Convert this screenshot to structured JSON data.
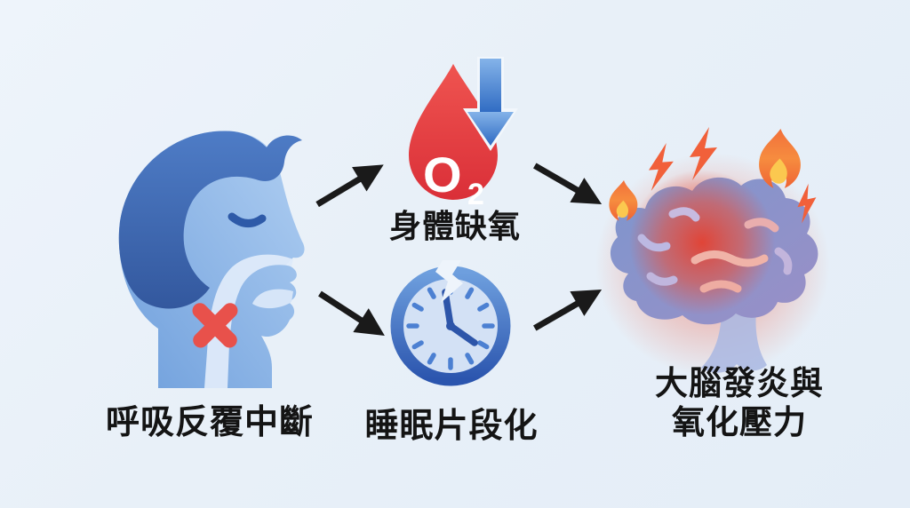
{
  "meta": {
    "type": "infographic-flow-diagram",
    "language": "zh-Hant",
    "topic": "sleep-apnea-effects-on-brain"
  },
  "nodes": {
    "cause": {
      "label": "呼吸反覆中斷",
      "icon": "blocked-airway-profile-icon"
    },
    "hypoxia": {
      "label": "身體缺氧",
      "icon": "o2-drop-decrease-icon",
      "o2_symbol": "O",
      "o2_subscript": "2"
    },
    "fragmentation": {
      "label": "睡眠片段化",
      "icon": "cracked-clock-icon"
    },
    "outcome": {
      "label_line1": "大腦發炎與",
      "label_line2": "氧化壓力",
      "icon": "inflamed-brain-icon"
    }
  },
  "flow": [
    {
      "from": "cause",
      "to": "hypoxia"
    },
    {
      "from": "cause",
      "to": "fragmentation"
    },
    {
      "from": "hypoxia",
      "to": "outcome"
    },
    {
      "from": "fragmentation",
      "to": "outcome"
    }
  ],
  "colors": {
    "background": "#e8f0f8",
    "arrow_black": "#1a1a1a",
    "text": "#141414",
    "drop_red": "#e23a42",
    "o2_arrow_blue": "#2e6ac2",
    "clock_ring_blue": "#2b55ae",
    "clock_face_blue": "#d3e1f5",
    "hair_blue": "#355ca2",
    "face_blue": "#6fa0dc",
    "airway_light": "#deeafa",
    "x_red": "#e8514b",
    "brain_purple": "#8f93ca",
    "inflammation_red": "#e54d3d",
    "flame_orange": "#f68c3f",
    "flame_yellow": "#fbc84f",
    "bolt_orange": "#f1603a",
    "brainstem_lavender": "#a9b7e2"
  }
}
